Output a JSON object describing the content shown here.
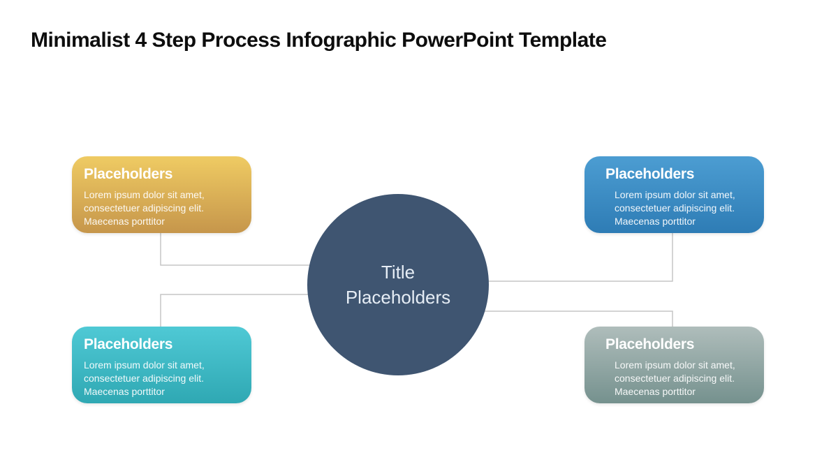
{
  "slide": {
    "title": "Minimalist 4 Step Process Infographic PowerPoint Template",
    "background": "#FFFFFF"
  },
  "center_circle": {
    "line1": "Title",
    "line2": "Placeholders",
    "fill": "#3F5571",
    "text_color": "#E6EDF5"
  },
  "boxes": [
    {
      "position": "top-left",
      "heading": "Placeholders",
      "body": "Lorem ipsum dolor sit amet, consectetuer adipiscing elit. Maecenas porttitor",
      "colors": [
        "#EFCB63",
        "#C6964B"
      ]
    },
    {
      "position": "top-right",
      "heading": "Placeholders",
      "body": "Lorem ipsum dolor sit amet, consectetuer adipiscing elit. Maecenas porttitor",
      "colors": [
        "#4C9DD2",
        "#2E7CB5"
      ]
    },
    {
      "position": "bottom-left",
      "heading": "Placeholders",
      "body": "Lorem ipsum dolor sit amet, consectetuer adipiscing elit. Maecenas porttitor",
      "colors": [
        "#4FC9D5",
        "#2FA8B3"
      ]
    },
    {
      "position": "bottom-right",
      "heading": "Placeholders",
      "body": "Lorem ipsum dolor sit amet, consectetuer adipiscing elit. Maecenas porttitor",
      "colors": [
        "#AFBDBB",
        "#75918E"
      ]
    }
  ],
  "connectors": {
    "color": "#C5C5C5"
  }
}
